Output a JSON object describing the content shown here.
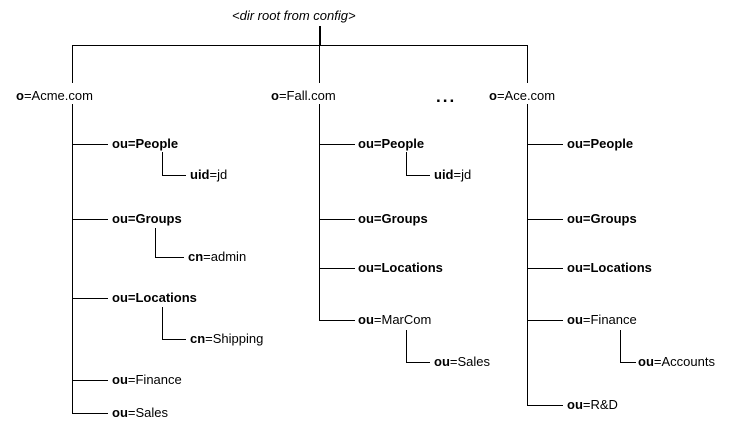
{
  "diagram": {
    "title": "<dir root from config>",
    "ellipsis": "...",
    "columns": [
      {
        "root": {
          "attr": "o",
          "sep": "=",
          "val": "Acme.com",
          "text": "o=Acme.com"
        },
        "children": [
          {
            "attr": "ou",
            "sep": "=",
            "val": "People",
            "text": "ou=People",
            "bold_all": true,
            "children": [
              {
                "attr": "uid",
                "sep": "=",
                "val": "jd",
                "text": "uid=jd",
                "bold_all": false
              }
            ]
          },
          {
            "attr": "ou",
            "sep": "=",
            "val": "Groups",
            "text": "ou=Groups",
            "bold_all": true,
            "children": [
              {
                "attr": "cn",
                "sep": "=",
                "val": "admin",
                "text": "cn=admin",
                "bold_all": false
              }
            ]
          },
          {
            "attr": "ou",
            "sep": "=",
            "val": "Locations",
            "text": "ou=Locations",
            "bold_all": true,
            "children": [
              {
                "attr": "cn",
                "sep": "=",
                "val": "Shipping",
                "text": "cn=Shipping",
                "bold_all": false
              }
            ]
          },
          {
            "attr": "ou",
            "sep": "=",
            "val": "Finance",
            "text": "ou=Finance",
            "bold_all": false,
            "children": []
          },
          {
            "attr": "ou",
            "sep": "=",
            "val": "Sales",
            "text": "ou=Sales",
            "bold_all": false,
            "children": []
          }
        ]
      },
      {
        "root": {
          "attr": "o",
          "sep": "=",
          "val": "Fall.com",
          "text": "o=Fall.com"
        },
        "children": [
          {
            "attr": "ou",
            "sep": "=",
            "val": "People",
            "text": "ou=People",
            "bold_all": true,
            "children": [
              {
                "attr": "uid",
                "sep": "=",
                "val": "jd",
                "text": "uid=jd",
                "bold_all": false
              }
            ]
          },
          {
            "attr": "ou",
            "sep": "=",
            "val": "Groups",
            "text": "ou=Groups",
            "bold_all": true,
            "children": []
          },
          {
            "attr": "ou",
            "sep": "=",
            "val": "Locations",
            "text": "ou=Locations",
            "bold_all": true,
            "children": []
          },
          {
            "attr": "ou",
            "sep": "=",
            "val": "MarCom",
            "text": "ou=MarCom",
            "bold_all": false,
            "children": [
              {
                "attr": "ou",
                "sep": "=",
                "val": "Sales",
                "text": "ou=Sales",
                "bold_all": false
              }
            ]
          }
        ]
      },
      {
        "root": {
          "attr": "o",
          "sep": "=",
          "val": "Ace.com",
          "text": "o=Ace.com"
        },
        "children": [
          {
            "attr": "ou",
            "sep": "=",
            "val": "People",
            "text": "ou=People",
            "bold_all": true,
            "children": []
          },
          {
            "attr": "ou",
            "sep": "=",
            "val": "Groups",
            "text": "ou=Groups",
            "bold_all": true,
            "children": []
          },
          {
            "attr": "ou",
            "sep": "=",
            "val": "Locations",
            "text": "ou=Locations",
            "bold_all": true,
            "children": []
          },
          {
            "attr": "ou",
            "sep": "=",
            "val": "Finance",
            "text": "ou=Finance",
            "bold_all": false,
            "children": [
              {
                "attr": "ou",
                "sep": "=",
                "val": "Accounts",
                "text": "ou=Accounts",
                "bold_all": false
              }
            ]
          },
          {
            "attr": "ou",
            "sep": "=",
            "val": "R&D",
            "text": "ou=R&D",
            "bold_all": false,
            "children": []
          }
        ]
      }
    ],
    "colors": {
      "line": "#000000",
      "text": "#000000",
      "background": "#ffffff"
    }
  }
}
